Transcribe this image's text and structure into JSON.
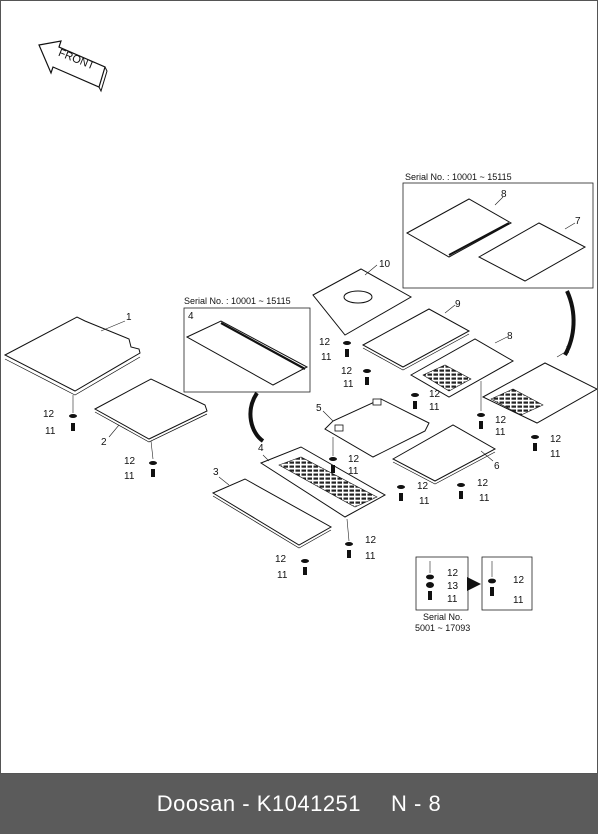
{
  "direction_arrow": {
    "label": "FRONT"
  },
  "serial_boxes": [
    {
      "label": "Serial No. : 10001 ~ 15115"
    },
    {
      "label": "Serial No. : 10001 ~ 15115"
    }
  ],
  "parts": [
    {
      "no": "1"
    },
    {
      "no": "2"
    },
    {
      "no": "3"
    },
    {
      "no": "4"
    },
    {
      "no": "4"
    },
    {
      "no": "5"
    },
    {
      "no": "6"
    },
    {
      "no": "7"
    },
    {
      "no": "7"
    },
    {
      "no": "8"
    },
    {
      "no": "8"
    },
    {
      "no": "9"
    },
    {
      "no": "10"
    }
  ],
  "hardware": {
    "washer": "12",
    "bolt": "11",
    "spacer": "13"
  },
  "detail": {
    "serial_label": "Serial No.",
    "serial_range": "5001 ~ 17093"
  },
  "footer": {
    "brand": "Doosan",
    "separator": "-",
    "part_number": "K1041251",
    "page": "N - 8"
  }
}
